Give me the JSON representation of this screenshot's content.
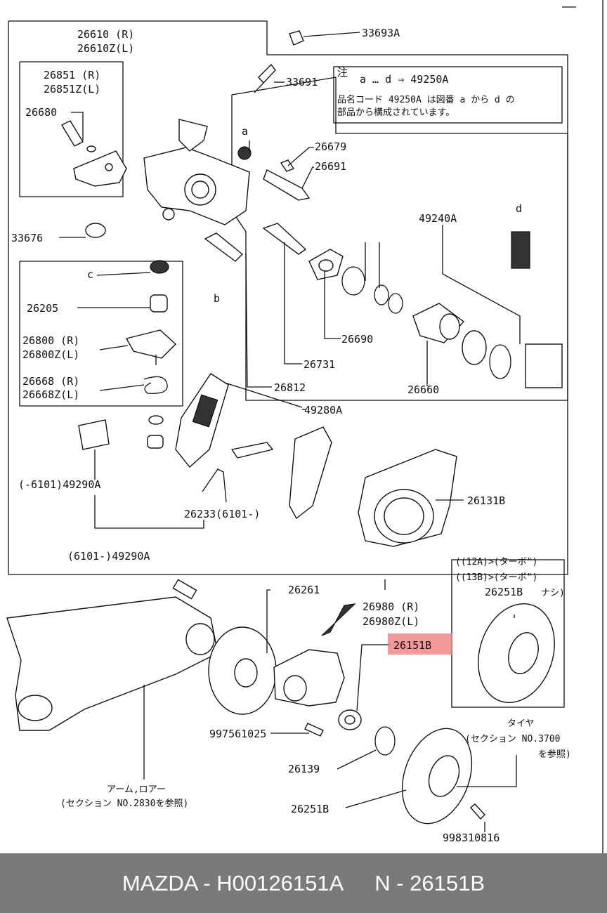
{
  "labels": {
    "p26610": "26610 (R)",
    "p26610z": "26610Z(L)",
    "p33693a": "33693A",
    "p26851": "26851 (R)",
    "p26851z": "26851Z(L)",
    "p33691": "33691",
    "p26680": "26680",
    "p26679": "26679",
    "p26691": "26691",
    "p49240a": "49240A",
    "p33676": "33676",
    "p26205": "26205",
    "p26690": "26690",
    "p26800": "26800 (R)",
    "p26800z": "26800Z(L)",
    "p26731": "26731",
    "p26668": "26668 (R)",
    "p26668z": "26668Z(L)",
    "p26812": "26812",
    "p26660": "26660",
    "p49280a": "49280A",
    "p49290a_1": "(-6101)49290A",
    "p26233": "26233(6101-)",
    "p26131b": "26131B",
    "p49290a_2": "(6101-)49290A",
    "p26261": "26261",
    "p26980": "26980 (R)",
    "p26980z": "26980Z(L)",
    "p26151b": "26151B",
    "p997561025": "997561025",
    "p26139": "26139",
    "p26251b": "26251B",
    "p998310816": "998310816",
    "p26251b_nashi": "26251B",
    "nashi": "ナシ)",
    "turbo1": "((12A)>(ターボ\")",
    "turbo2": "((13B)>(ターボ\")",
    "key_a": "a",
    "key_b": "b",
    "key_c": "c",
    "key_d": "d"
  },
  "note": {
    "mark": "注",
    "line1": "a   … d ⇒ 49250A",
    "line2": "品名コード 49250A は図番 a から d の",
    "line3": "部品から構成されています。"
  },
  "captions": {
    "arm": "アーム,ロアー",
    "arm_ref": "(セクション NO.2830を参照)",
    "tire": "タイヤ",
    "tire_ref": "(セクション NO.3700",
    "tire_ref2": "を参照)"
  },
  "footer": {
    "part": "MAZDA - H00126151A",
    "number": "N - 26151B"
  },
  "highlight_color": "#f08080"
}
